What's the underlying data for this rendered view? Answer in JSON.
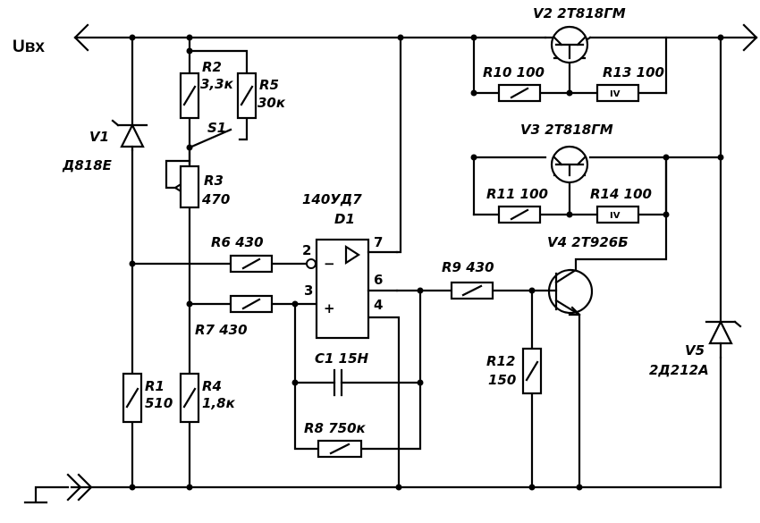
{
  "input_label": "Uвх",
  "components": {
    "V1": {
      "ref": "V1",
      "value": "Д818Е"
    },
    "R1": {
      "ref": "R1",
      "value": "510"
    },
    "R2": {
      "ref": "R2",
      "value": "3,3к"
    },
    "R3": {
      "ref": "R3",
      "value": "470"
    },
    "R4": {
      "ref": "R4",
      "value": "1,8к"
    },
    "R5": {
      "ref": "R5",
      "value": "30к"
    },
    "S1": {
      "ref": "S1"
    },
    "R6": {
      "label": "R6 430"
    },
    "R7": {
      "label": "R7 430"
    },
    "D1": {
      "ref": "D1",
      "part": "140УД7",
      "pin2": "2",
      "pin3": "3",
      "pin4": "4",
      "pin6": "6",
      "pin7": "7",
      "minus": "−",
      "plus": "+"
    },
    "C1": {
      "label": "C1 15Н"
    },
    "R8": {
      "label": "R8 750к"
    },
    "R9": {
      "label": "R9 430"
    },
    "R12": {
      "ref": "R12",
      "value": "150"
    },
    "V2": {
      "label": "V2 2Т818ГМ"
    },
    "V3": {
      "label": "V3 2Т818ГМ"
    },
    "V4": {
      "label": "V4 2Т926Б"
    },
    "V5": {
      "ref": "V5",
      "value": "2Д212А"
    },
    "R10": {
      "label": "R10 100"
    },
    "R11": {
      "label": "R11 100"
    },
    "R13": {
      "label": "R13 100",
      "mark": "IV"
    },
    "R14": {
      "label": "R14 100",
      "mark": "IV"
    }
  }
}
